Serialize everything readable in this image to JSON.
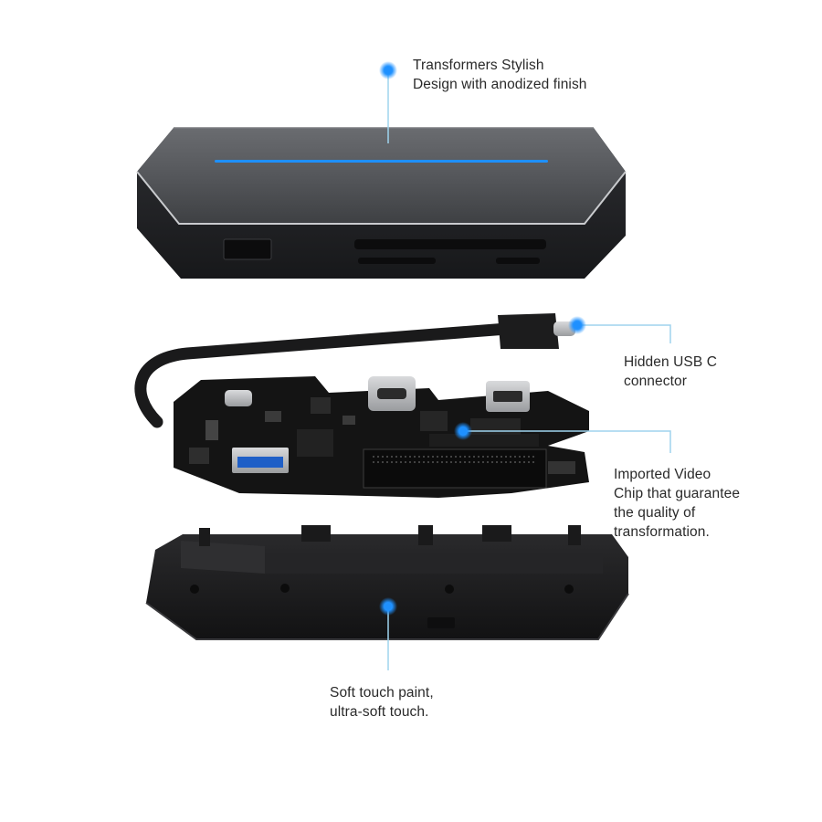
{
  "callouts": {
    "top": {
      "line1": "Transformers Stylish",
      "line2": "Design with anodized finish"
    },
    "usbc": {
      "line1": "Hidden USB C",
      "line2": "connector"
    },
    "chip": {
      "line1": "Imported Video",
      "line2": "Chip that guarantee",
      "line3": "the quality of",
      "line4": "transformation."
    },
    "bottom": {
      "line1": "Soft touch paint,",
      "line2": "ultra-soft touch."
    }
  },
  "colors": {
    "accent_blue": "#1e90ff",
    "guide_line": "#9fd4ee",
    "shell_top": "#55575b",
    "shell_body": "#242528",
    "pcb": "#141414",
    "base_plate": "#1c1c1e"
  }
}
